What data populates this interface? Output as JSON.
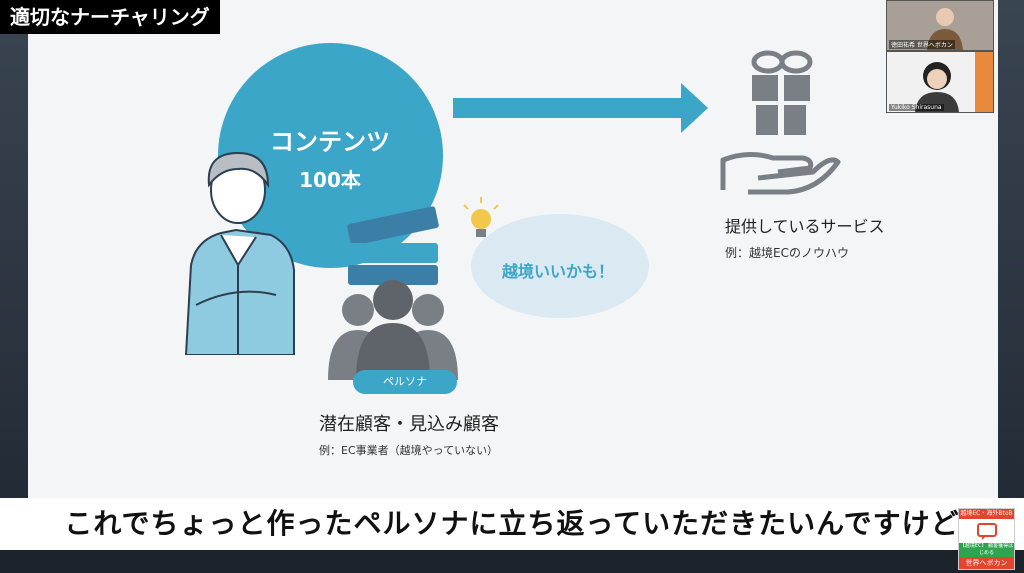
{
  "slide": {
    "title": "適切なナーチャリング",
    "circle_title": "コンテンツ",
    "circle_count": "100本",
    "bubble_text": "越境いいかも！",
    "persona_label": "ペルソナ",
    "audience_title": "潜在顧客・見込み顧客",
    "audience_example": "例：EC事業者（越境やっていない）",
    "service_title": "提供しているサービス",
    "service_example": "例：越境ECのノウハウ"
  },
  "caption": "これでちょっと作ったペルソナに立ち返っていただきたいんですけど",
  "participants": [
    {
      "name": "徳田祐希 世界へボカン"
    },
    {
      "name": "Yukiko Shirasuna"
    }
  ],
  "logo": {
    "top": "越境EC・海外BtoB",
    "mid": "【越境EC】 顧客獲得はじめる",
    "bottom": "世界へボカン"
  },
  "colors": {
    "accent": "#3ba6c8",
    "icon_gray": "#7a7f86",
    "bubble": "#dbe9f2"
  }
}
